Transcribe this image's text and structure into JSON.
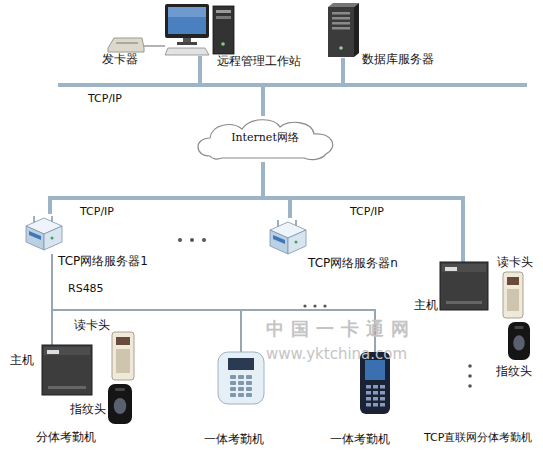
{
  "diagram": {
    "nodes": [
      {
        "text": [
          "发卡器"
        ]
      },
      {
        "text": [
          "远程管理工作站"
        ]
      },
      {
        "text": [
          "数据库服务器"
        ]
      },
      {
        "text": [
          "Internet网络"
        ]
      },
      {
        "text": [
          "TCP网络服务器1"
        ]
      },
      {
        "text": [
          "TCP网络服务器n"
        ]
      },
      {
        "text": [
          "主机"
        ]
      },
      {
        "text": [
          "读卡头"
        ]
      },
      {
        "text": [
          "指纹头"
        ]
      },
      {
        "text": [
          "一体考勤机"
        ]
      },
      {
        "text": [
          "一体考勤机"
        ]
      },
      {
        "text": [
          "主机"
        ]
      },
      {
        "text": [
          "读卡头"
        ]
      },
      {
        "text": [
          "指纹头"
        ]
      }
    ],
    "edges": [
      {
        "from": 0,
        "to": 1,
        "arrow": "none"
      },
      {
        "from": 1,
        "to": 3,
        "arrow": "none"
      },
      {
        "from": 2,
        "to": 3,
        "arrow": "none"
      },
      {
        "from": 3,
        "to": 4,
        "arrow": "none"
      },
      {
        "from": 3,
        "to": 5,
        "arrow": "none"
      },
      {
        "from": 3,
        "to": 11,
        "arrow": "none"
      },
      {
        "from": 4,
        "to": 6,
        "arrow": "none"
      },
      {
        "from": 4,
        "to": 9,
        "arrow": "none"
      },
      {
        "from": 4,
        "to": 10,
        "arrow": "none"
      }
    ],
    "labels": [
      "TCP/IP",
      "TCP/IP",
      "TCP/IP",
      "RS485",
      "分体考勤机",
      "TCP直联网分体考勤机",
      "中国一卡通网",
      "www.yktchina.com"
    ]
  }
}
